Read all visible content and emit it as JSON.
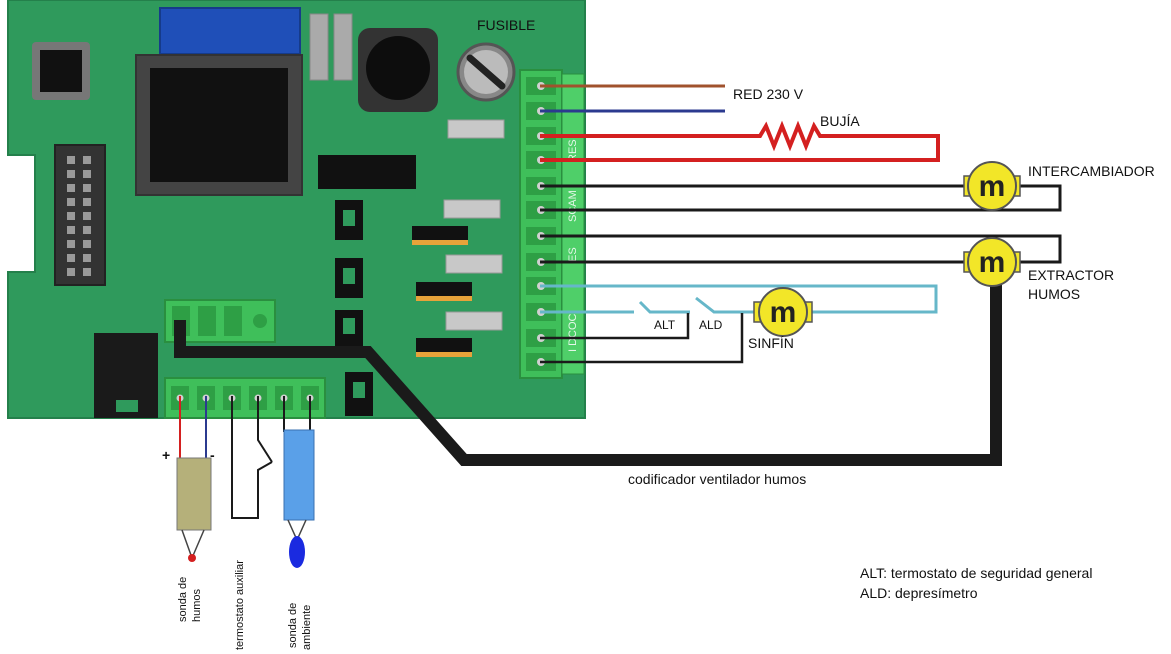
{
  "labels": {
    "fusible": "FUSIBLE",
    "red": "RED 230 V",
    "bujia": "BUJÍA",
    "intercambiador": "INTERCAMBIADOR",
    "extractor_1": "EXTRACTOR",
    "extractor_2": "HUMOS",
    "sinfin": "SINFÍN",
    "alt": "ALT",
    "ald": "ALD",
    "codificador": "codificador ventilador humos",
    "plus": "+",
    "minus": "-",
    "sonda_humos_1": "sonda de",
    "sonda_humos_2": "humos",
    "termostato": "termostato auxiliar",
    "sonda_ambiente_1": "sonda de",
    "sonda_ambiente_2": "ambiente"
  },
  "terminal_labels": {
    "res": "RES",
    "scam": "SCAM",
    "es": "ES",
    "dcoc": "I DCOC"
  },
  "motor_symbol": "m",
  "legend": [
    "ALT: termostato de seguridad general",
    "ALD: depresímetro"
  ],
  "colors": {
    "board": "#2f9a5c",
    "terminal": "#3fbf5a",
    "wire_brown": "#a0522d",
    "wire_blue": "#2b3a8f",
    "wire_red": "#d42020",
    "wire_black": "#1a1a1a",
    "wire_lightblue": "#66b7c9",
    "motor_yellow": "#f2e628",
    "probe_khaki": "#b5b07a",
    "probe_blue": "#5aa0e8"
  }
}
